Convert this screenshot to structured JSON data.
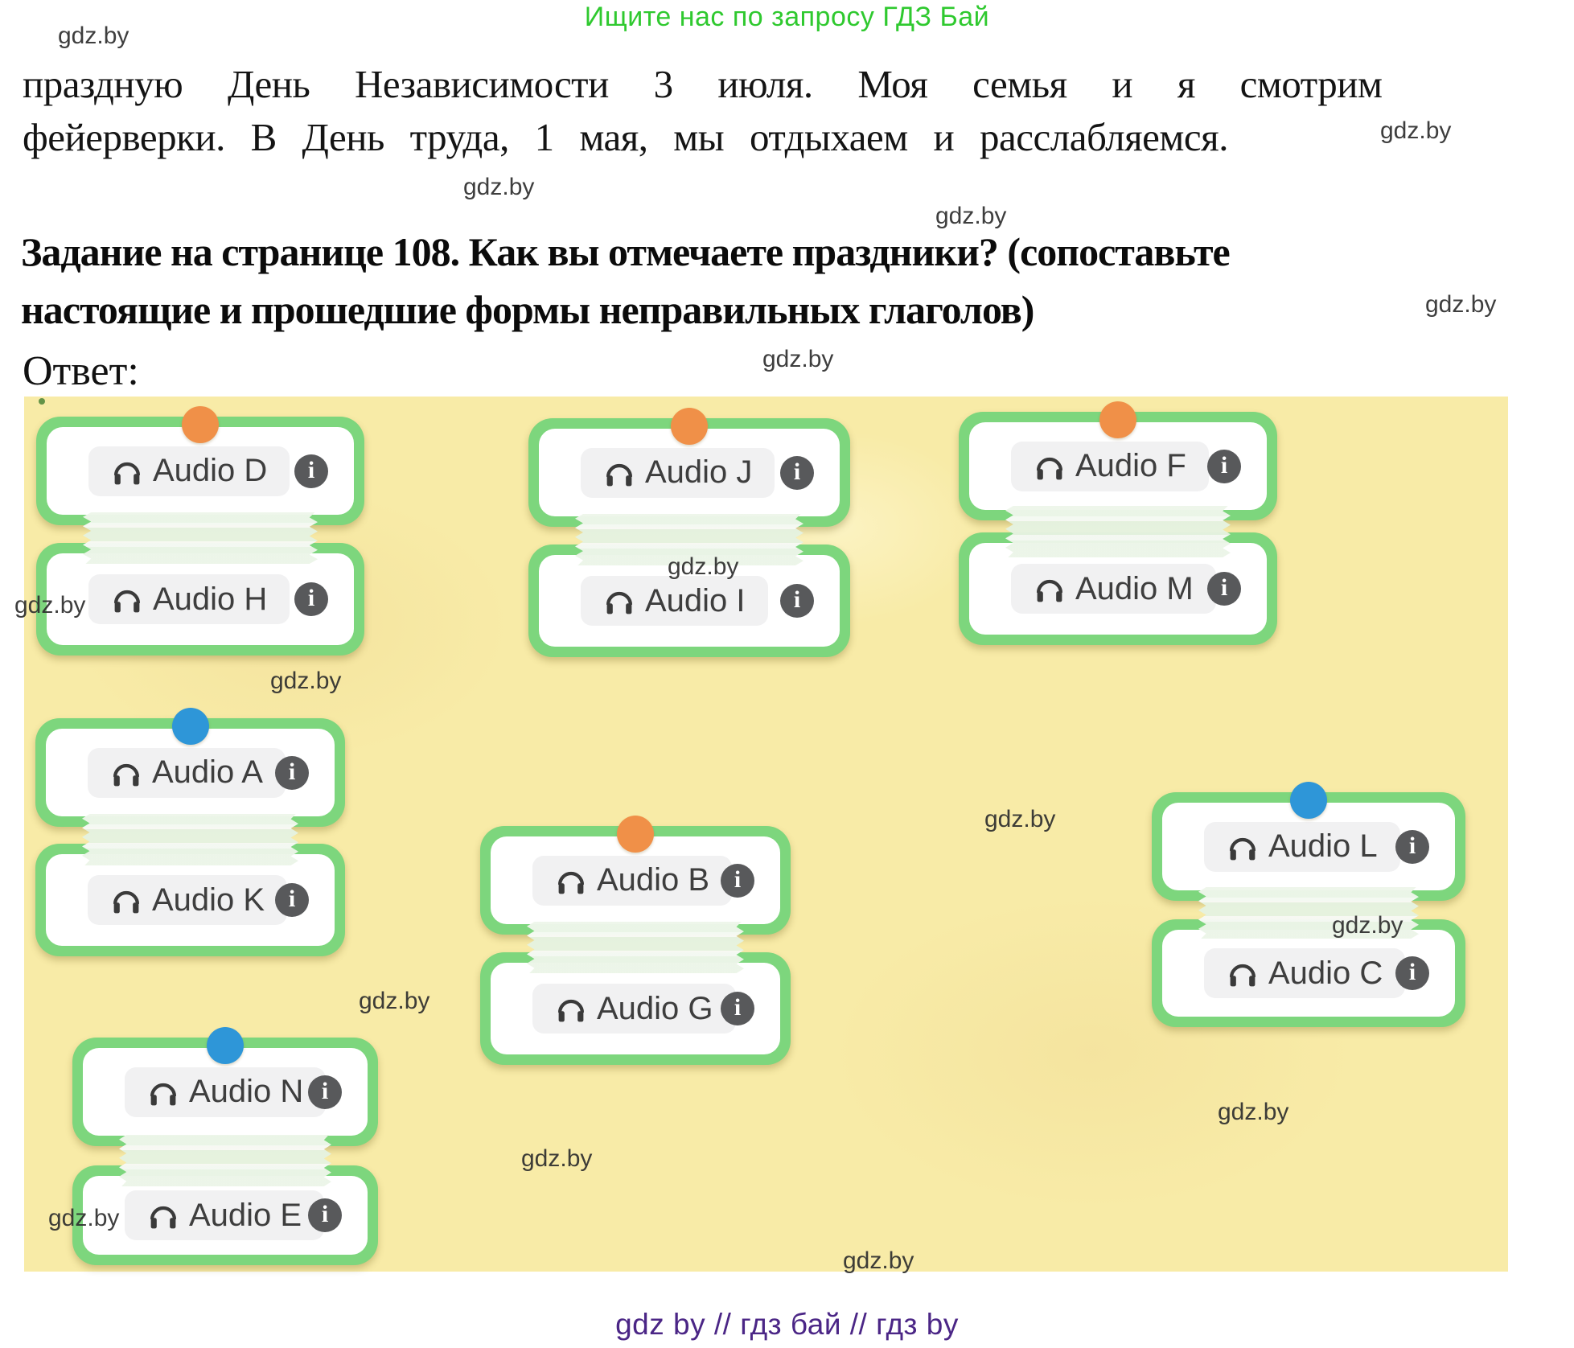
{
  "page": {
    "promo_banner": "Ищите нас по запросу ГДЗ Бай",
    "watermark": "gdz.by",
    "footer_seo": "gdz by  //  гдз бай  //  гдз by"
  },
  "document": {
    "paragraph_line1": "праздную День Независимости 3 июля. Моя семья и я смотрим",
    "paragraph_line2": "фейерверки. В День труда, 1 мая, мы отдыхаем и расслабляемся.",
    "task_heading_line1": "Задание на странице 108. Как вы отмечаете праздники? (сопоставьте",
    "task_heading_line2": "настоящие и прошедшие формы неправильных глаголов)",
    "answer_label": "Ответ:"
  },
  "exercise": {
    "pairs": [
      {
        "pin_color": "orange",
        "top": {
          "label": "Audio D"
        },
        "bottom": {
          "label": "Audio H"
        }
      },
      {
        "pin_color": "orange",
        "top": {
          "label": "Audio J"
        },
        "bottom": {
          "label": "Audio I"
        }
      },
      {
        "pin_color": "orange",
        "top": {
          "label": "Audio F"
        },
        "bottom": {
          "label": "Audio M"
        }
      },
      {
        "pin_color": "blue",
        "top": {
          "label": "Audio A"
        },
        "bottom": {
          "label": "Audio K"
        }
      },
      {
        "pin_color": "orange",
        "top": {
          "label": "Audio B"
        },
        "bottom": {
          "label": "Audio G"
        }
      },
      {
        "pin_color": "blue",
        "top": {
          "label": "Audio L"
        },
        "bottom": {
          "label": "Audio C"
        }
      },
      {
        "pin_color": "blue",
        "top": {
          "label": "Audio N"
        },
        "bottom": {
          "label": "Audio E"
        }
      }
    ],
    "icons": {
      "chip_icon": "headphones-icon",
      "details_icon": "info-icon",
      "pin_icon": "match-pin-dot"
    }
  },
  "colors": {
    "board_yellow": "#f8eba7",
    "card_green": "#7dd67d",
    "pin_orange": "#f09048",
    "pin_blue": "#2e96d8",
    "promo_green": "#2fc92f",
    "footer_purple": "#4b2686",
    "chip_gray": "#f1f1f2",
    "info_gray": "#58595b"
  }
}
